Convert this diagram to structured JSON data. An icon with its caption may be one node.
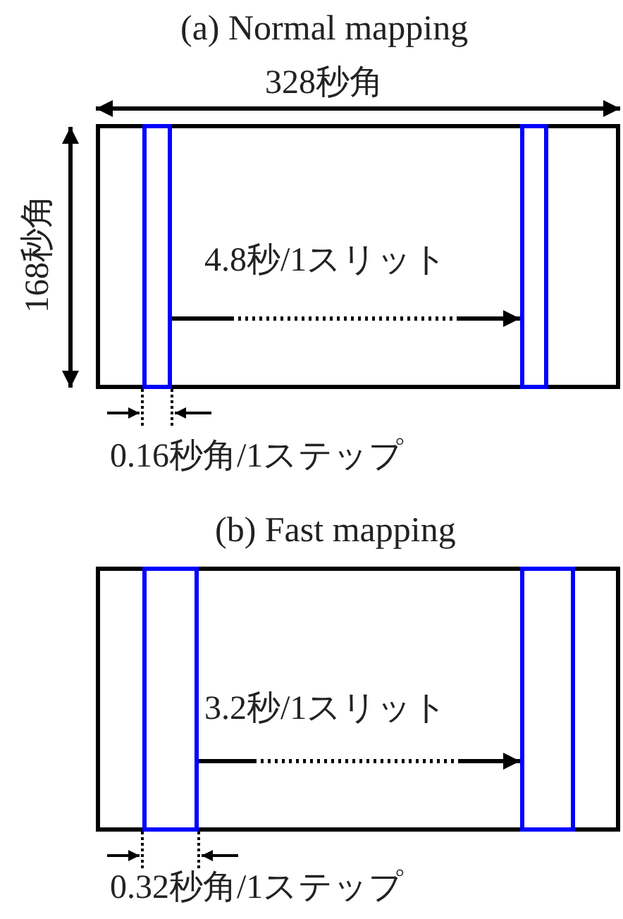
{
  "diagram": {
    "nodes": [
      {
        "text": [
          "(a) Normal mapping"
        ]
      },
      {
        "text": [],
        "shape": "box",
        "in": 0
      },
      {
        "text": [],
        "shape": "box",
        "in": 0
      },
      {
        "text": [
          "(b) Fast mapping"
        ]
      },
      {
        "text": [],
        "shape": "box",
        "in": 3
      },
      {
        "text": [],
        "shape": "box",
        "in": 3
      }
    ],
    "edges": [
      {
        "from": 1,
        "to": 2,
        "arrow": "to",
        "label": "4.8秒/1スリット",
        "style": "dashed"
      },
      {
        "from": 4,
        "to": 5,
        "arrow": "to",
        "label": "3.2秒/1スリット",
        "style": "dashed"
      }
    ],
    "labels": [
      "328秒角",
      "168秒角",
      "0.16秒角/1ステップ",
      "0.32秒角/1ステップ"
    ]
  }
}
